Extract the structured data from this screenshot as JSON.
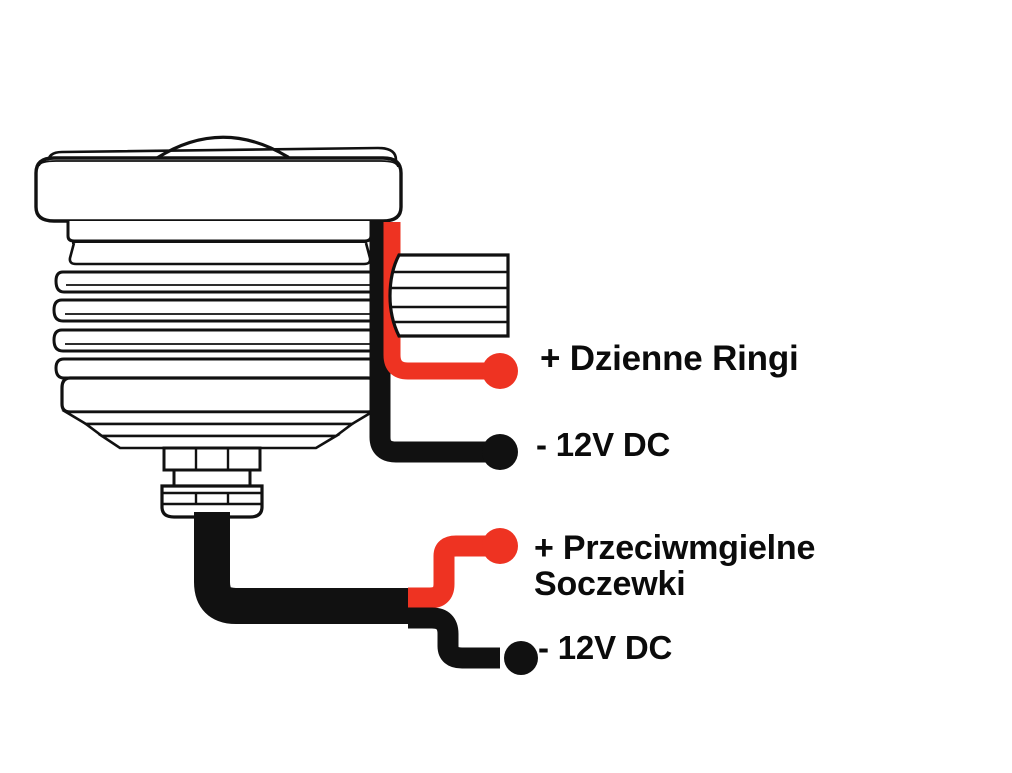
{
  "diagram": {
    "title": "LED lamp wiring diagram",
    "colors": {
      "wire_positive": "#EE3322",
      "wire_negative": "#111111",
      "outline": "#111111",
      "body_fill": "#FFFFFF",
      "background": "#FFFFFF"
    },
    "component": {
      "name": "led-fog-lamp-with-drl-ring",
      "parts": [
        "dome-lens-top",
        "bezel-rim",
        "heatsink-fins",
        "lower-body",
        "threaded-stem",
        "connector-block"
      ]
    },
    "wires": [
      {
        "id": "drl-positive",
        "color_name": "red",
        "polarity": "+",
        "terminal_label": "+ Dzienne Ringi"
      },
      {
        "id": "drl-negative",
        "color_name": "black",
        "polarity": "-",
        "terminal_label": "- 12V DC"
      },
      {
        "id": "fog-positive",
        "color_name": "red",
        "polarity": "+",
        "terminal_label": "+ Przeciwmgielne Soczewki"
      },
      {
        "id": "fog-negative",
        "color_name": "black",
        "polarity": "-",
        "terminal_label": "- 12V DC"
      }
    ]
  },
  "labels": {
    "drl_positive": "+ Dzienne Ringi",
    "drl_negative": "- 12V DC",
    "fog_positive_line1": "+ Przeciwmgielne",
    "fog_positive_line2": "Soczewki",
    "fog_negative": "- 12V DC"
  }
}
